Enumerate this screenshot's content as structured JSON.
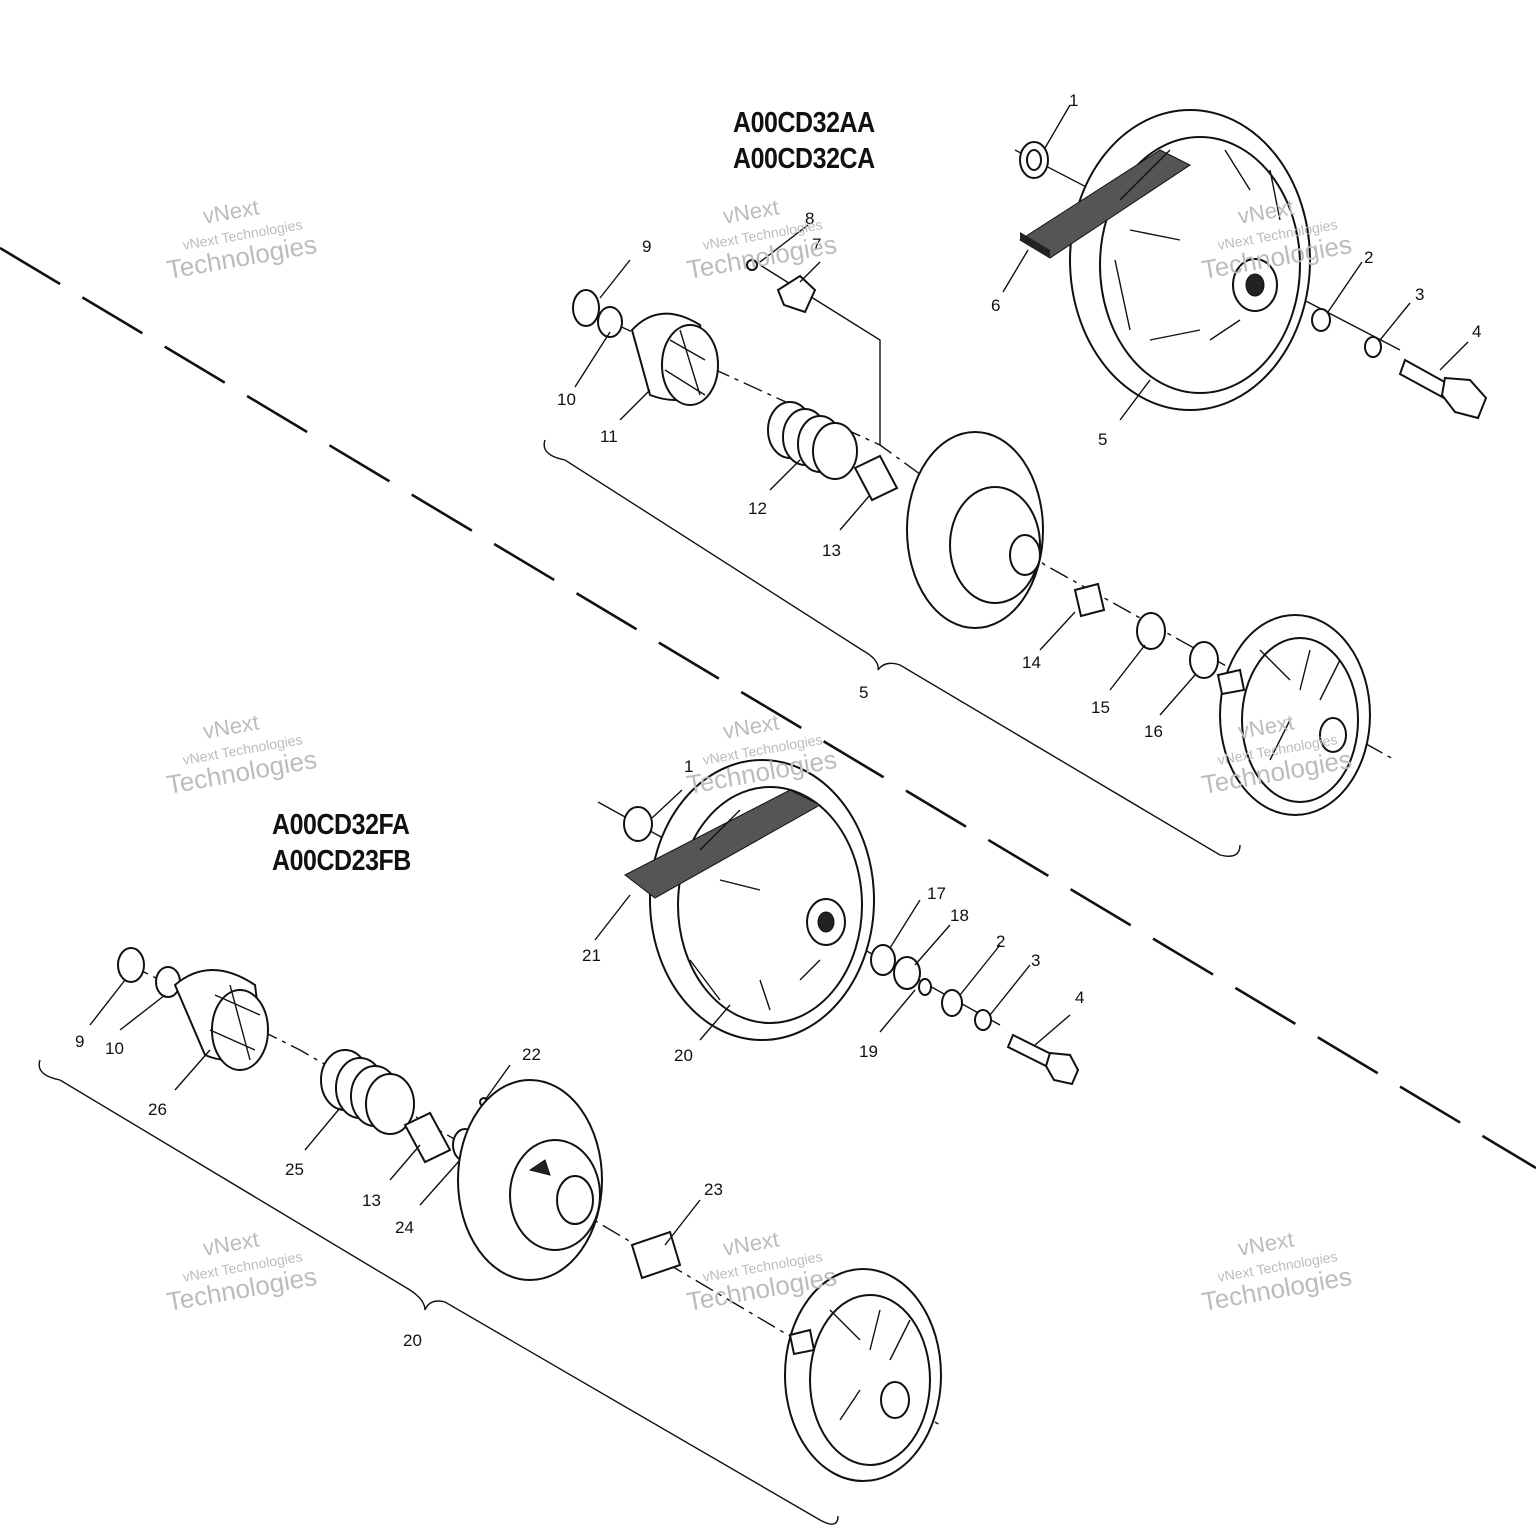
{
  "groups": [
    {
      "titles": [
        "A00CD32AA",
        "A00CD32CA"
      ],
      "callouts": [
        "1",
        "2",
        "3",
        "4",
        "5",
        "6",
        "7",
        "8",
        "9",
        "10",
        "11",
        "12",
        "13",
        "5",
        "14",
        "15",
        "16"
      ]
    },
    {
      "titles": [
        "A00CD32FA",
        "A00CD23FB"
      ],
      "callouts": [
        "1",
        "17",
        "18",
        "2",
        "3",
        "4",
        "21",
        "20",
        "19",
        "9",
        "10",
        "26",
        "22",
        "25",
        "13",
        "24",
        "23",
        "20"
      ]
    }
  ],
  "watermark": {
    "line1": "vNext",
    "line2": "vNext Technologies",
    "line3": "Technologies"
  }
}
